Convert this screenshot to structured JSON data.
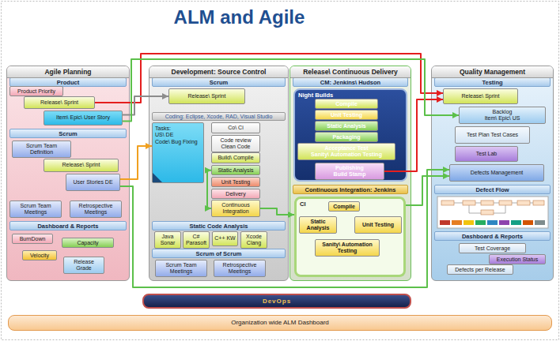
{
  "diagram": {
    "title": "ALM and Agile",
    "nodes": [
      {
        "text": [
          "Agile Planning"
        ]
      },
      {
        "text": [
          "Product"
        ],
        "in": 0
      },
      {
        "text": [
          "Product Priority"
        ],
        "in": 0
      },
      {
        "text": [
          "Release\\ Sprint"
        ],
        "in": 0
      },
      {
        "text": [
          "Item\\ Epic\\ User Story"
        ],
        "in": 0
      },
      {
        "text": [
          "Scrum"
        ],
        "in": 0
      },
      {
        "text": [
          "Scrum Team Definition"
        ],
        "in": 0
      },
      {
        "text": [
          "Release\\ Sprint"
        ],
        "in": 0
      },
      {
        "text": [
          "User Stories DE"
        ],
        "in": 0
      },
      {
        "text": [
          "Scrum Team Meetings"
        ],
        "in": 0
      },
      {
        "text": [
          "Retrospective Meetings"
        ],
        "in": 0
      },
      {
        "text": [
          "Dashboard & Reports"
        ],
        "in": 0
      },
      {
        "text": [
          "BurnDown"
        ],
        "in": 0
      },
      {
        "text": [
          "Capacity"
        ],
        "in": 0
      },
      {
        "text": [
          "Velocity"
        ],
        "in": 0
      },
      {
        "text": [
          "Release Grade"
        ],
        "in": 0
      },
      {
        "text": [
          "Development: Source Control"
        ]
      },
      {
        "text": [
          "Scrum"
        ],
        "in": 16
      },
      {
        "text": [
          "Release\\ Sprint"
        ],
        "in": 16
      },
      {
        "text": [
          "Coding: Eclipse, Xcode, RAD, Visual Studio"
        ],
        "in": 16
      },
      {
        "text": [
          "Tasks:",
          "US\\ DE",
          "Code\\ Bug Fixing"
        ],
        "in": 16
      },
      {
        "text": [
          "Co\\ Ci"
        ],
        "in": 16
      },
      {
        "text": [
          "Code review",
          "Clean Code"
        ],
        "in": 16
      },
      {
        "text": [
          "Build\\ Compile"
        ],
        "in": 16
      },
      {
        "text": [
          "Static Analysis"
        ],
        "in": 16
      },
      {
        "text": [
          "Unit Testing"
        ],
        "in": 16
      },
      {
        "text": [
          "Delivery"
        ],
        "in": 16
      },
      {
        "text": [
          "Continuous Integration"
        ],
        "in": 16
      },
      {
        "text": [
          "Static Code Analysis"
        ],
        "in": 16
      },
      {
        "text": [
          "Java Sonar"
        ],
        "in": 16
      },
      {
        "text": [
          "C# Parasoft"
        ],
        "in": 16
      },
      {
        "text": [
          "C++ KW"
        ],
        "in": 16
      },
      {
        "text": [
          "Xcode Clang"
        ],
        "in": 16
      },
      {
        "text": [
          "Scrum of Scrum"
        ],
        "in": 16
      },
      {
        "text": [
          "Scrum Team Meetings"
        ],
        "in": 16
      },
      {
        "text": [
          "Retrospective Meetings"
        ],
        "in": 16
      },
      {
        "text": [
          "Release\\ Continuous Delivery"
        ]
      },
      {
        "text": [
          "CM: Jenkins\\ Hudson"
        ],
        "in": 36
      },
      {
        "text": [
          "Night Builds"
        ],
        "in": 36
      },
      {
        "text": [
          "Compile"
        ],
        "in": 38
      },
      {
        "text": [
          "Unit Testing"
        ],
        "in": 38
      },
      {
        "text": [
          "Static Analysis"
        ],
        "in": 38
      },
      {
        "text": [
          "Packaging"
        ],
        "in": 38
      },
      {
        "text": [
          "Acceptance Test",
          "Sanity\\ Automation Testing"
        ],
        "in": 38
      },
      {
        "text": [
          "Publishing",
          "Build Stamp"
        ],
        "in": 38
      },
      {
        "text": [
          "Continuous Integration: Jenkins"
        ],
        "in": 36
      },
      {
        "text": [
          "CI"
        ],
        "in": 36
      },
      {
        "text": [
          "Compile"
        ],
        "in": 46
      },
      {
        "text": [
          "Static Analysis"
        ],
        "in": 46
      },
      {
        "text": [
          "Unit Testing"
        ],
        "in": 46
      },
      {
        "text": [
          "Sanity\\ Automation Testing"
        ],
        "in": 46
      },
      {
        "text": [
          "Quality Management"
        ]
      },
      {
        "text": [
          "Testing"
        ],
        "in": 51
      },
      {
        "text": [
          "Release\\ Sprint"
        ],
        "in": 51
      },
      {
        "text": [
          "Backlog",
          "Item\\ Epic\\ US"
        ],
        "in": 51
      },
      {
        "text": [
          "Test Plan Test Cases"
        ],
        "in": 51
      },
      {
        "text": [
          "Test Lab"
        ],
        "in": 51
      },
      {
        "text": [
          "Defects Management"
        ],
        "in": 51
      },
      {
        "text": [
          "Defect Flow"
        ],
        "in": 51
      },
      {
        "text": [
          "Dashboard & Reports"
        ],
        "in": 51
      },
      {
        "text": [
          "Test Coverage"
        ],
        "in": 51
      },
      {
        "text": [
          "Execution Status"
        ],
        "in": 51
      },
      {
        "text": [
          "Defects per Release"
        ],
        "in": 51
      },
      {
        "text": [
          "DevOps"
        ]
      },
      {
        "text": [
          "Organization wide ALM Dashboard"
        ]
      }
    ],
    "edges": [
      {
        "from": 3,
        "to": 53,
        "arrow": "to"
      },
      {
        "from": 44,
        "to": 53,
        "arrow": "to"
      },
      {
        "from": 4,
        "to": 18,
        "arrow": "to"
      },
      {
        "from": 4,
        "to": 54,
        "arrow": "to"
      },
      {
        "from": 8,
        "to": 20,
        "arrow": "to"
      },
      {
        "from": 8,
        "to": 57,
        "arrow": "to"
      },
      {
        "from": 24,
        "to": 27,
        "arrow": "both"
      },
      {
        "from": 27,
        "to": 46,
        "arrow": "to"
      },
      {
        "from": 46,
        "to": 57,
        "arrow": "to"
      }
    ]
  }
}
